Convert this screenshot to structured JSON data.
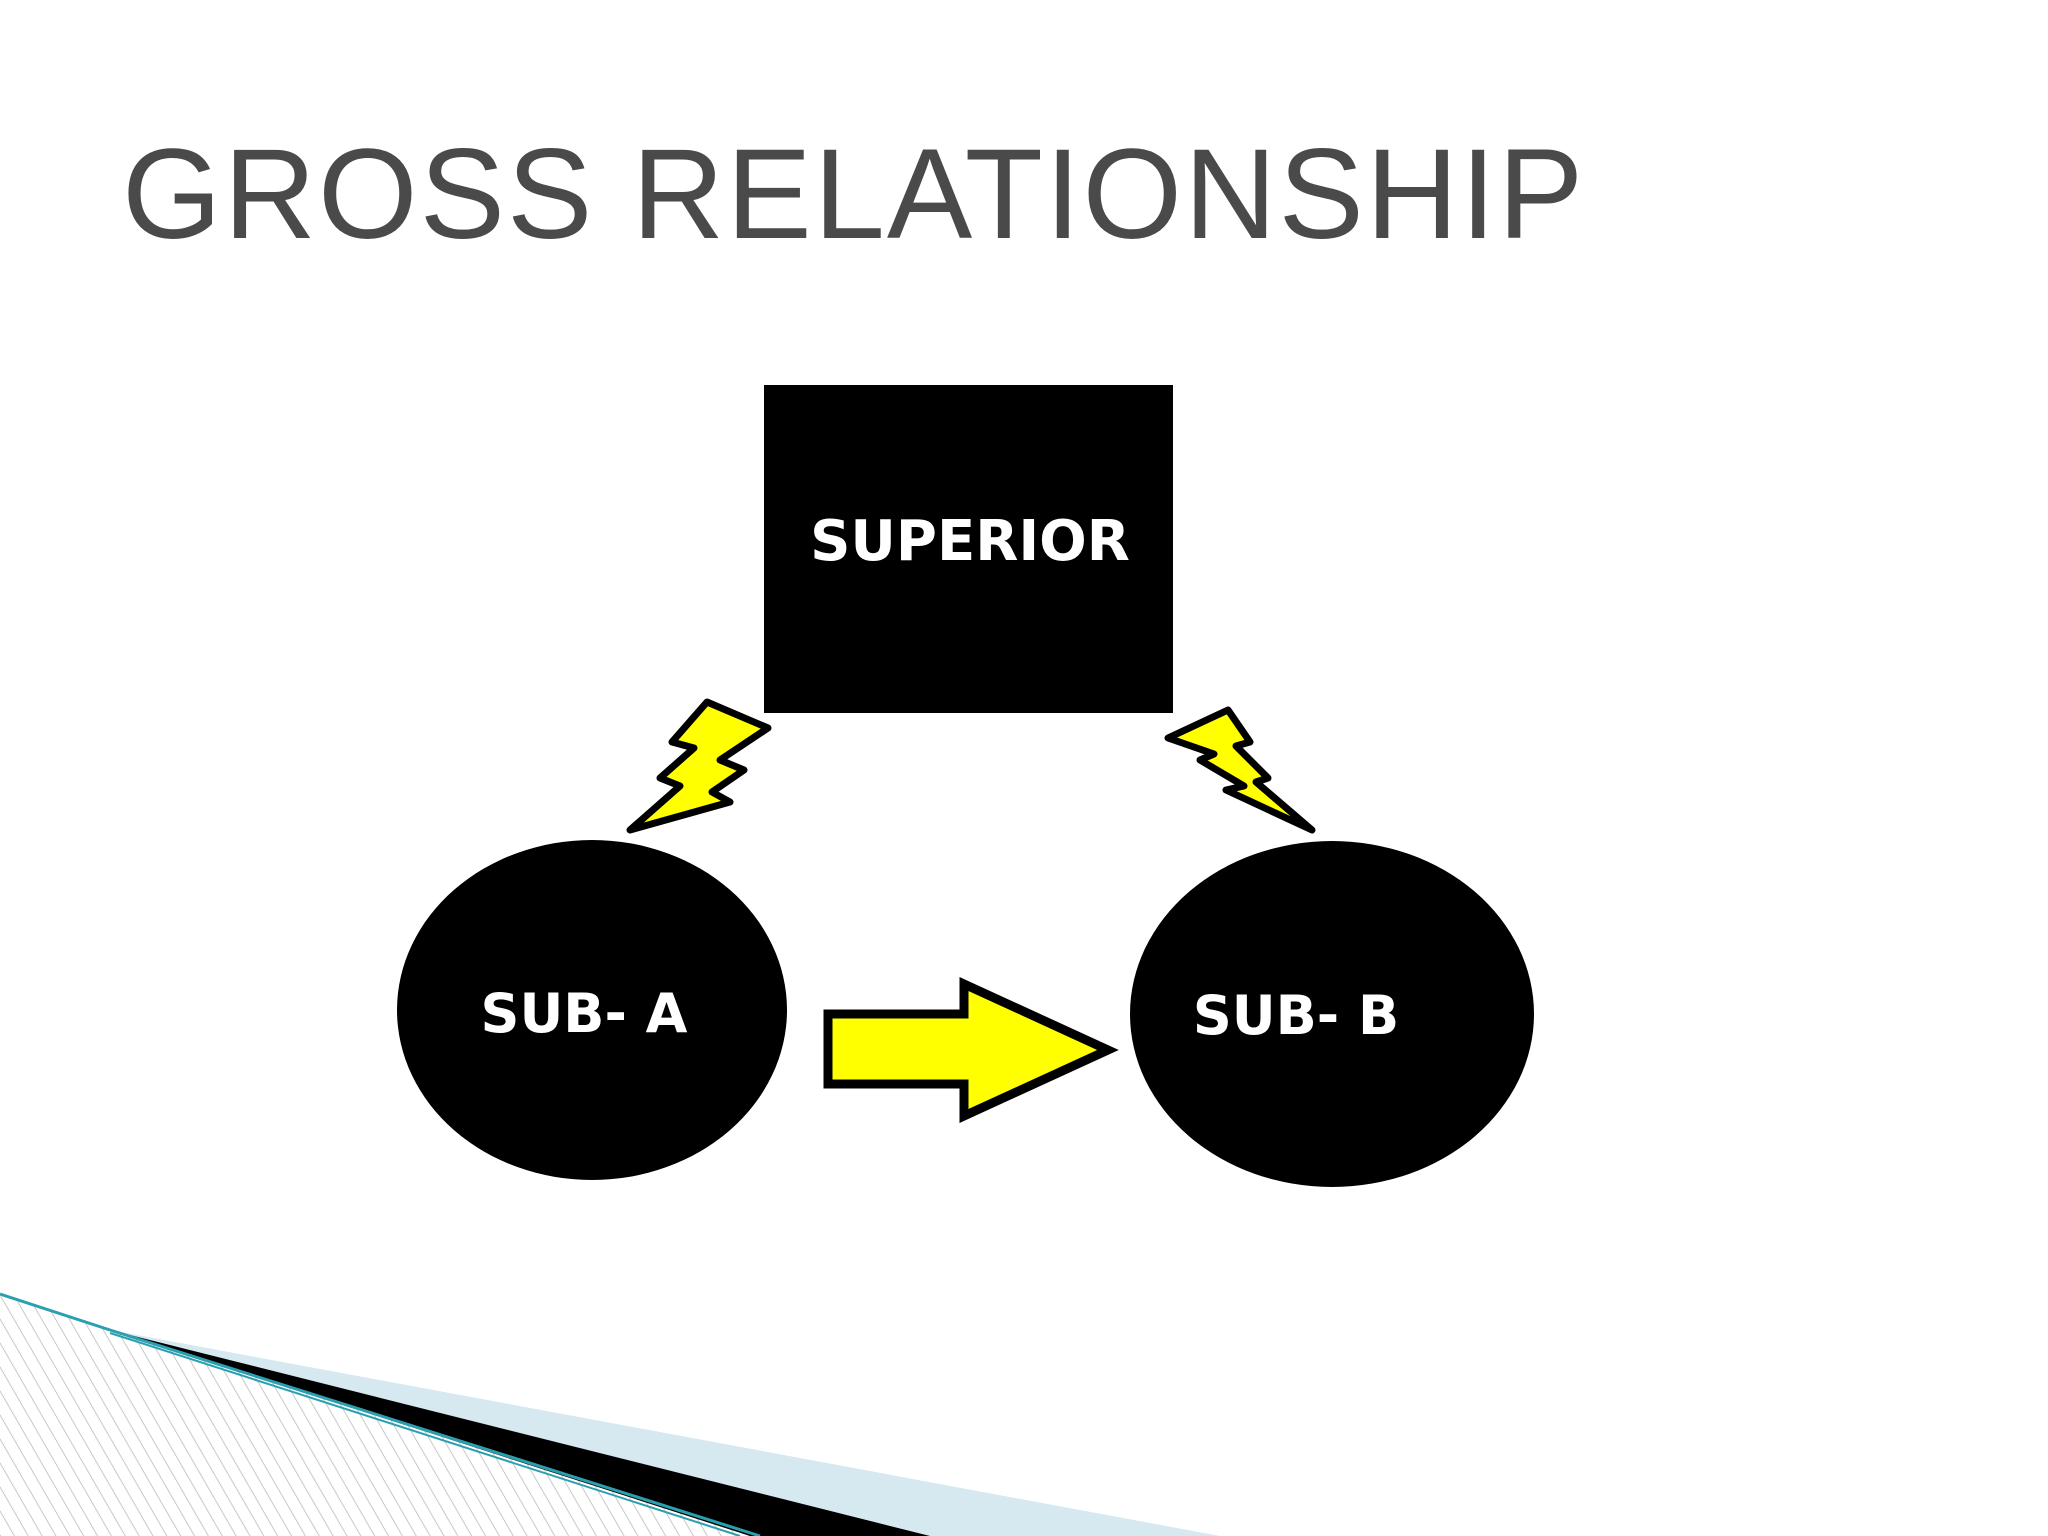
{
  "slide": {
    "title": "GROSS RELATIONSHIP"
  },
  "diagram": {
    "nodes": {
      "superior": "SUPERIOR",
      "sub_a": "SUB- A",
      "sub_b": "SUB- B"
    },
    "colors": {
      "title_text": "#4a4a4a",
      "node_fill": "#000000",
      "node_text": "#ffffff",
      "arrow_fill": "#ffff00",
      "lightning_fill": "#ffff00",
      "accent_teal": "#2a9fb0",
      "accent_light_blue": "#d6e8f0"
    },
    "icons": {
      "left_conflict": "lightning-bolt-icon",
      "right_conflict": "lightning-bolt-icon",
      "flow": "right-arrow-icon"
    }
  }
}
